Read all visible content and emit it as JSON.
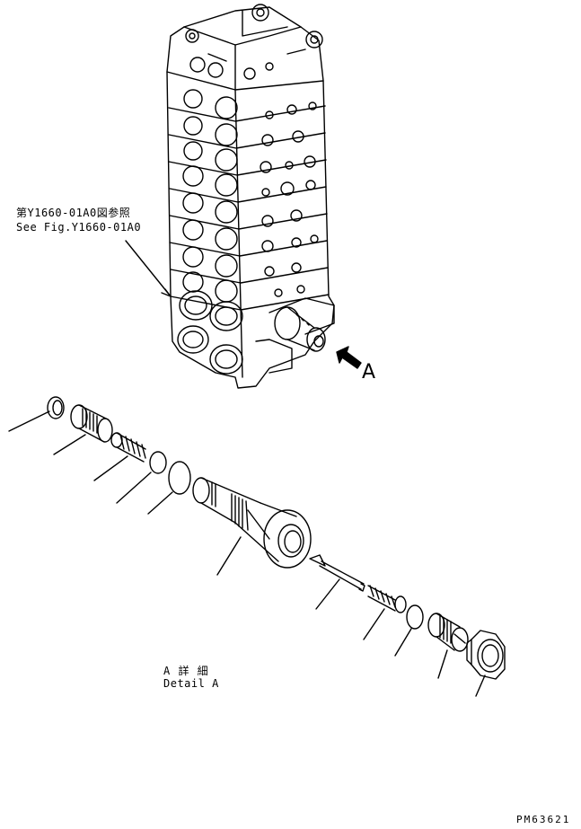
{
  "labels": {
    "ref_jp": "第Y1660-01A0図参照",
    "ref_en": "See Fig.Y1660-01A0",
    "view_letter": "A",
    "detail_jp": "A 詳 細",
    "detail_en": "Detail A",
    "drawing_code": "PM63621"
  },
  "colors": {
    "line": "#000000",
    "paper": "#ffffff"
  }
}
